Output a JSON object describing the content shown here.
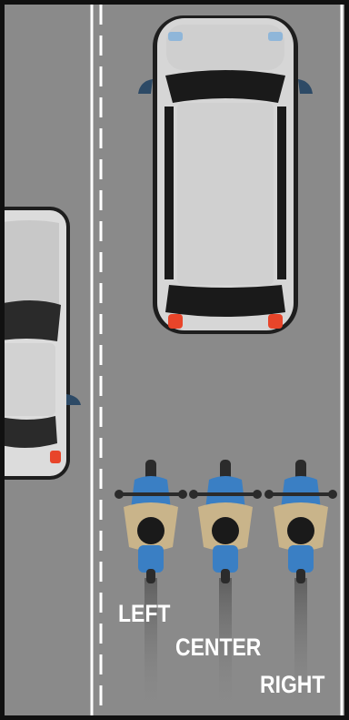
{
  "labels": {
    "left": "LEFT",
    "center": "CENTER",
    "right": "RIGHT"
  },
  "colors": {
    "road": "#8a8a8a",
    "lane_line": "#ffffff",
    "car_body": "#d8d8d8",
    "car_outline": "#1a1a1a",
    "motorcycle": "#3a7fc4",
    "rider": "#c9b48a",
    "tail_light": "#e8452a"
  },
  "icons": {
    "vehicles": [
      "suv-icon",
      "sedan-icon",
      "motorcycle-icon"
    ]
  }
}
